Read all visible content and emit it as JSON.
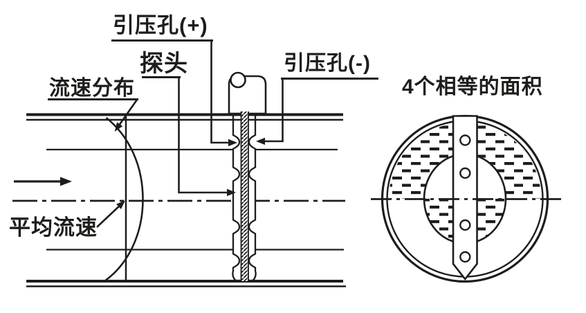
{
  "colors": {
    "ink": "#1d1d1b",
    "background": "#ffffff"
  },
  "left_view": {
    "label_pressure_tap_plus": "引压孔(+)",
    "label_probe": "探头",
    "label_pressure_tap_minus": "引压孔(-)",
    "label_velocity_distribution": "流速分布",
    "label_average_velocity": "平均流速"
  },
  "right_view": {
    "label_four_equal_areas": "4个相等的面积",
    "hole_count": 4
  }
}
